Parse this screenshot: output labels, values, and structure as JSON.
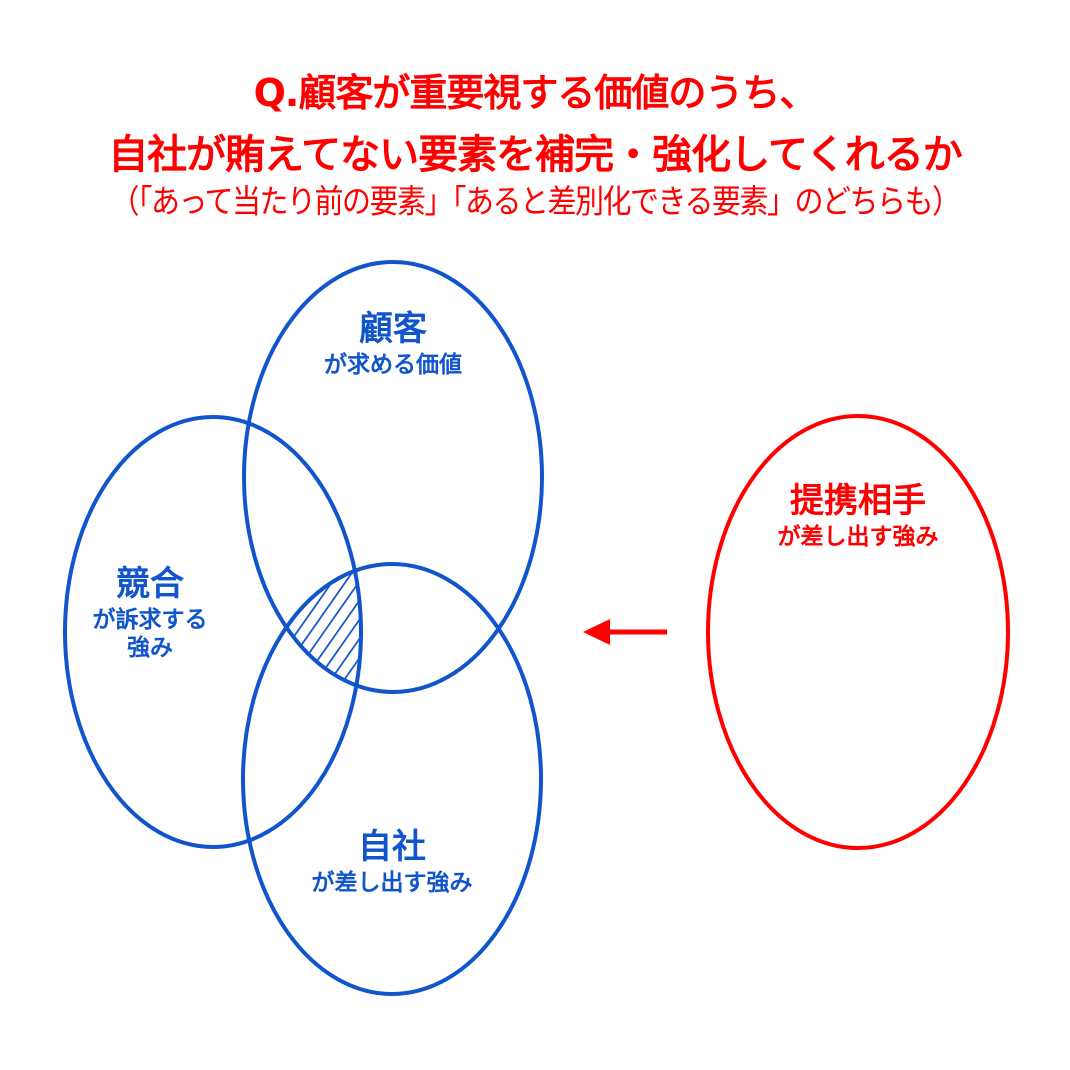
{
  "title": {
    "line1": "Q.顧客が重要視する価値のうち、",
    "line2": "自社が賄えてない要素を補完・強化してくれるか",
    "line3": "（「あって当たり前の要素」「あると差別化できる要素」のどちらも）"
  },
  "circles": {
    "customer": {
      "title": "顧客",
      "subtitle": "が求める価値"
    },
    "competitor": {
      "title": "競合",
      "subtitle_line1": "が訴求する",
      "subtitle_line2": "強み"
    },
    "company": {
      "title": "自社",
      "subtitle": "が差し出す強み"
    },
    "partner": {
      "title": "提携相手",
      "subtitle": "が差し出す強み"
    }
  },
  "arrow": {
    "direction": "left",
    "from": "partner",
    "to": "shaded-intersection"
  },
  "highlight": {
    "description": "hatched intersection of customer, competitor, company"
  },
  "colors": {
    "primary_blue": "#1155cc",
    "accent_red": "#ff0000",
    "background": "#ffffff"
  }
}
